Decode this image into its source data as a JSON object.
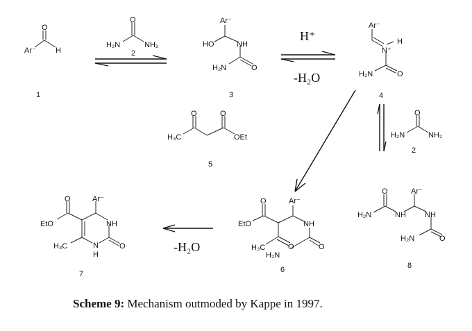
{
  "compounds": {
    "c1": {
      "number": "1",
      "ar": "Ar⁻",
      "o": "O",
      "h": "H"
    },
    "c2a": {
      "number": "2",
      "o": "O",
      "left": "H₂N",
      "right": "NH₂"
    },
    "c3": {
      "number": "3",
      "ar": "Ar⁻",
      "ho": "HO",
      "nh": "NH",
      "h2n": "H₂N",
      "o": "O"
    },
    "c4": {
      "number": "4",
      "ar": "Ar⁻",
      "n": "N⁺",
      "h": "H",
      "h2n": "H₂N",
      "o": "O"
    },
    "c2b": {
      "number": "2",
      "o": "O",
      "left": "H₂N",
      "right": "NH₂"
    },
    "c5": {
      "number": "5",
      "o1": "O",
      "o2": "O",
      "h3c": "H₃C",
      "oet": "OEt"
    },
    "c6": {
      "number": "6",
      "o": "O",
      "ar": "Ar⁻",
      "eto": "EtO",
      "nh": "NH",
      "h3c": "H₃C",
      "o2": "O",
      "o3": "O",
      "h2n": "H₂N"
    },
    "c7": {
      "number": "7",
      "o": "O",
      "ar": "Ar⁻",
      "eto": "EtO",
      "nh": "NH",
      "h3c": "H₃C",
      "n": "N",
      "h": "H",
      "o2": "O"
    },
    "c8": {
      "number": "8",
      "o": "O",
      "ar": "Ar⁻",
      "h2n": "H₂N",
      "nh1": "NH",
      "nh2": "NH",
      "h2n2": "H₂N",
      "o2": "O"
    }
  },
  "conditions": {
    "h_plus": "H⁺",
    "minus_water_1": "-H₂O",
    "minus_water_2": "-H₂O"
  },
  "caption": {
    "label": "Scheme 9:",
    "text": " Mechanism outmoded by Kappe in 1997."
  }
}
